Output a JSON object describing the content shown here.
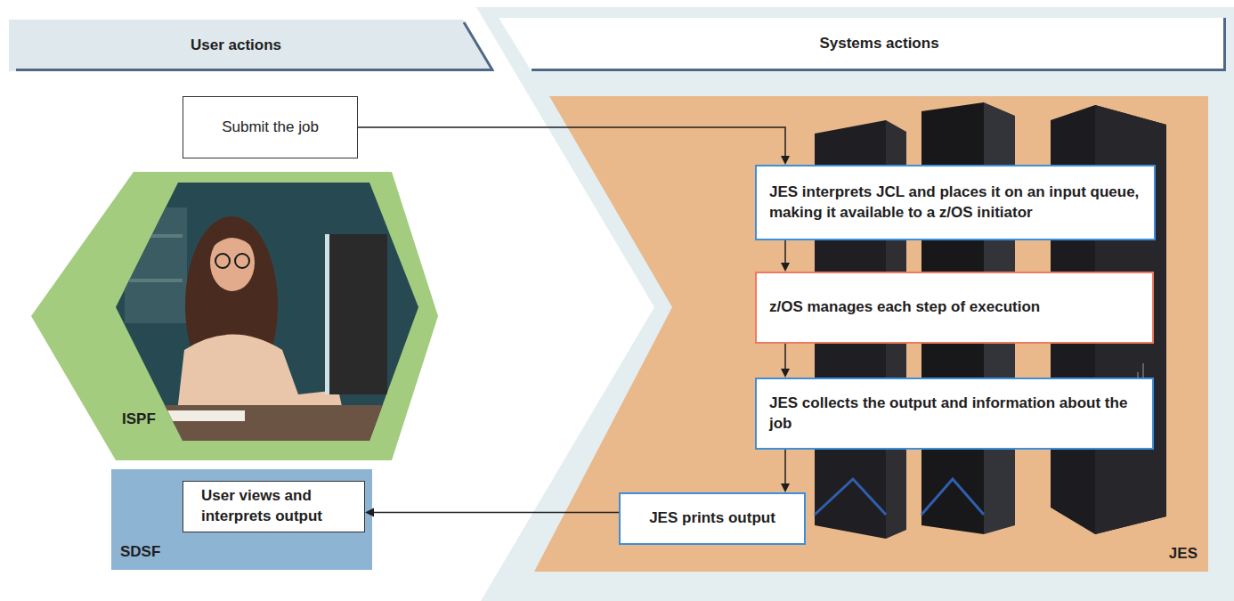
{
  "diagram": {
    "nodes": [
      {
        "text": [
          "User actions"
        ]
      },
      {
        "text": [
          "Systems actions"
        ]
      },
      {
        "text": [
          "Submit the job"
        ]
      },
      {
        "text": [
          "JES"
        ]
      },
      {
        "text": [
          "JES interprets JCL and places it on an input queue, making it available to a z/OS initiator"
        ],
        "in": 3
      },
      {
        "text": [
          "z/OS manages each step of execution"
        ],
        "in": 3
      },
      {
        "text": [
          "JES collects the output and information about the job"
        ],
        "in": 3
      },
      {
        "text": [
          "JES prints output"
        ],
        "in": 3
      },
      {
        "text": [
          "ISPF"
        ]
      },
      {
        "text": [
          "SDSF"
        ]
      },
      {
        "text": [
          "User views and interprets output"
        ],
        "in": 9
      }
    ],
    "edges": [
      {
        "from": 2,
        "to": 4,
        "arrow": "to"
      },
      {
        "from": 4,
        "to": 5,
        "arrow": "to"
      },
      {
        "from": 5,
        "to": 6,
        "arrow": "to"
      },
      {
        "from": 6,
        "to": 7,
        "arrow": "to"
      },
      {
        "from": 7,
        "to": 10,
        "arrow": "to"
      }
    ]
  }
}
